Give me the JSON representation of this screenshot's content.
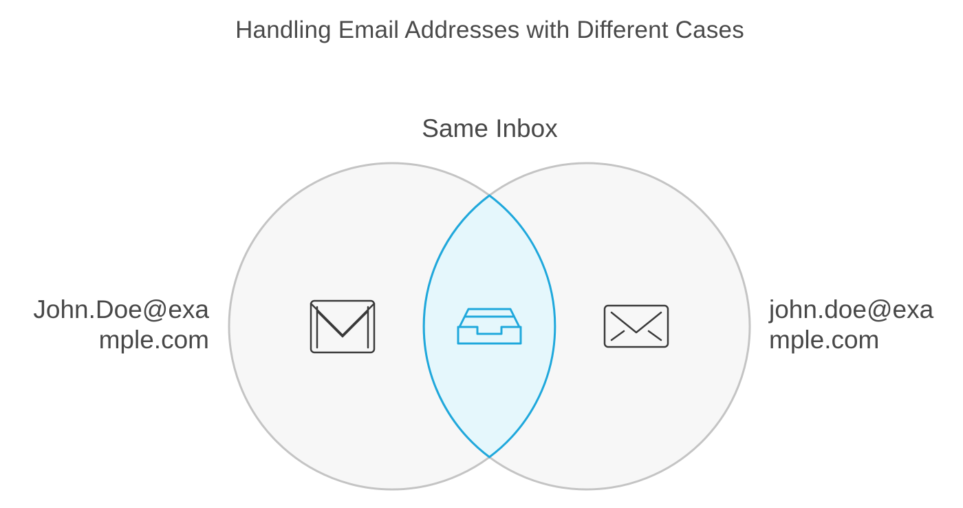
{
  "diagram": {
    "title": "Handling Email Addresses with Different Cases",
    "intersection": {
      "label": "Same Inbox",
      "icon": "inbox-tray-icon"
    },
    "left_set": {
      "label_line1": "John.Doe@exa",
      "label_line2": "mple.com",
      "icon": "mail-envelope-icon"
    },
    "right_set": {
      "label_line1": "john.doe@exa",
      "label_line2": "mple.com",
      "icon": "envelope-icon"
    },
    "colors": {
      "circle_fill": "#f7f7f7",
      "circle_stroke": "#c4c4c4",
      "overlap_fill": "#e5f7fc",
      "overlap_stroke": "#1fa8dc",
      "icon_stroke": "#3a3a3a",
      "accent_icon": "#1fa8dc",
      "text": "#484848"
    }
  }
}
